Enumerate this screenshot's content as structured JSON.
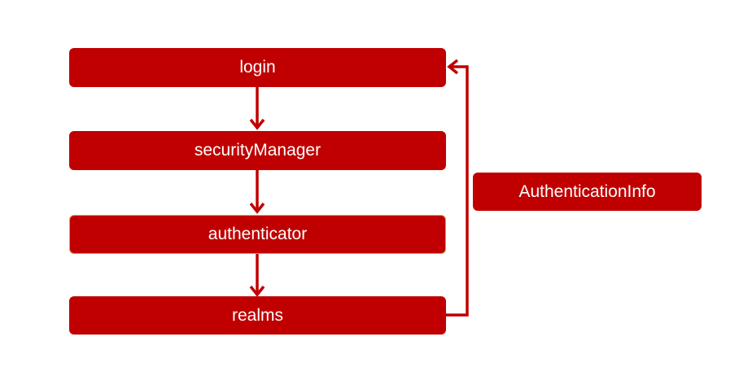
{
  "diagram": {
    "nodes": [
      {
        "id": "login",
        "label": "login"
      },
      {
        "id": "securityManager",
        "label": "securityManager"
      },
      {
        "id": "authenticator",
        "label": "authenticator"
      },
      {
        "id": "realms",
        "label": "realms"
      },
      {
        "id": "authenticationInfo",
        "label": "AuthenticationInfo"
      }
    ],
    "edges": [
      {
        "from": "login",
        "to": "securityManager"
      },
      {
        "from": "securityManager",
        "to": "authenticator"
      },
      {
        "from": "authenticator",
        "to": "realms"
      },
      {
        "from": "realms",
        "to": "login"
      }
    ],
    "colors": {
      "node_fill": "#c00000",
      "node_text": "#ffffff",
      "arrow": "#c00000",
      "highlight_border": "#d4a24a"
    }
  }
}
